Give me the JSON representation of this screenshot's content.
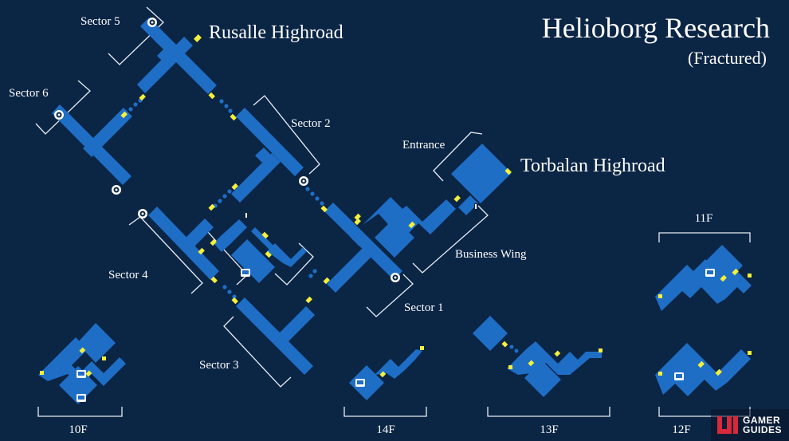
{
  "map": {
    "title": "Helioborg Research",
    "subtitle": "(Fractured)",
    "colors": {
      "background": "#0b2545",
      "room": "#1e6ec6",
      "door": "#f4f03b",
      "bracket": "#e9eef4",
      "text": "#ffffff"
    },
    "areas": {
      "rusalle": "Rusalle Highroad",
      "torbalan": "Torbalan Highroad"
    },
    "sections": {
      "sector_1": "Sector 1",
      "sector_2": "Sector 2",
      "sector_3": "Sector 3",
      "sector_4": "Sector 4",
      "sector_5": "Sector 5",
      "sector_6": "Sector 6",
      "entrance": "Entrance",
      "business_wing": "Business Wing"
    },
    "floors": {
      "f10": "10F",
      "f11": "11F",
      "f12": "12F",
      "f13": "13F",
      "f14": "14F"
    },
    "icons": {
      "save_point": "save-point-icon",
      "computer_terminal": "terminal-icon",
      "gate": "gate-icon"
    }
  },
  "branding": {
    "logo_line1": "GAMER",
    "logo_line2": "GUIDES",
    "logo_icon": "gamer-guides-logo-icon"
  }
}
